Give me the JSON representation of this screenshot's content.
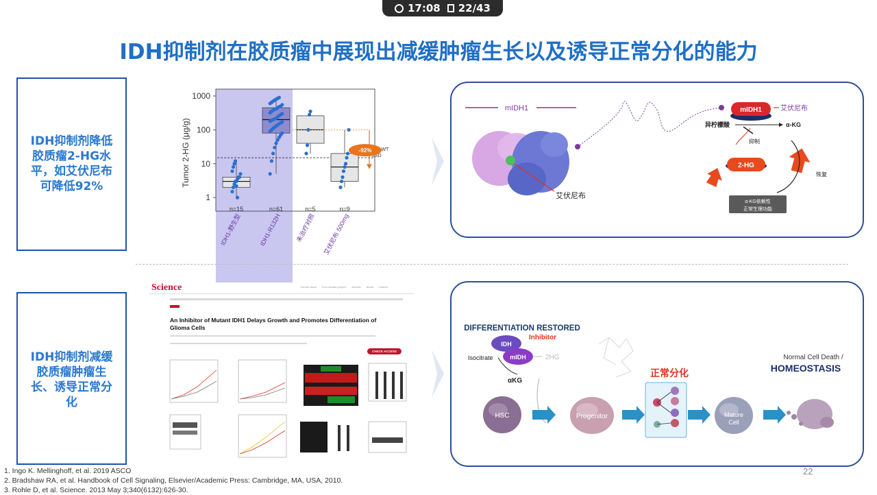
{
  "status_bar": {
    "time": "17:08",
    "page": "22/43"
  },
  "title": "IDH抑制剂在胶质瘤中展现出减缓肿瘤生长以及诱导正常分化的能力",
  "box1": {
    "lines": [
      "IDH抑制剂降低",
      "胶质瘤2-HG水",
      "平，如艾伏尼布",
      "可降低92%"
    ]
  },
  "box2": {
    "lines": [
      "IDH抑制剂减缓",
      "胶质瘤肿瘤生",
      "长、诱导正常分",
      "化"
    ]
  },
  "chart_data": {
    "type": "scatter",
    "ylabel": "Tumor 2-HG (μg/g)",
    "yscale": "log",
    "ylim": [
      0.5,
      1000
    ],
    "ytick_labels": [
      "1000",
      "100",
      "10",
      "1"
    ],
    "categories": [
      "IDH1-野生型",
      "IDH1-R132H",
      "未治疗对照",
      "艾伏尼布 500mg"
    ],
    "counts": [
      "n=15",
      "n=61",
      "n=5",
      "n=9"
    ],
    "box_stats": [
      {
        "q1": 2,
        "median": 3,
        "q3": 4,
        "min": 1,
        "max": 12
      },
      {
        "q1": 80,
        "median": 200,
        "q3": 450,
        "min": 5,
        "max": 900
      },
      {
        "q1": 40,
        "median": 100,
        "q3": 260,
        "min": 20,
        "max": 350
      },
      {
        "q1": 3,
        "median": 8,
        "q3": 20,
        "min": 2,
        "max": 100
      }
    ],
    "points": [
      [
        1.5,
        2,
        2.5,
        3,
        3,
        3.5,
        4,
        4,
        5,
        6,
        8,
        10,
        12,
        2.2,
        1
      ],
      [
        5,
        12,
        20,
        30,
        40,
        50,
        60,
        70,
        80,
        90,
        100,
        110,
        120,
        130,
        140,
        150,
        160,
        170,
        180,
        190,
        200,
        210,
        220,
        240,
        260,
        280,
        300,
        320,
        350,
        380,
        400,
        420,
        450,
        480,
        500,
        550,
        600,
        650,
        700,
        750,
        800,
        850,
        900
      ],
      [
        20,
        35,
        100,
        280,
        350
      ],
      [
        2,
        3,
        4,
        6,
        8,
        10,
        15,
        20,
        100
      ]
    ],
    "reference_line": {
      "value": 15,
      "label": "Mean WT\n+ 2SD"
    },
    "annotation": "-92%"
  },
  "diagram1": {
    "protein_label": "mIDH1",
    "enzyme_label": "mIDH1",
    "drug_label": "艾伏尼布",
    "drug_label_2": "艾伏尼布",
    "substrate": "异柠檬酸",
    "product": "α-KG",
    "inhibit_label": "抑制",
    "oncometabolite": "2-HG",
    "restore_label": "恢复",
    "box_lines": [
      "α-KG依赖性",
      "正常生理功能"
    ],
    "colors": {
      "accent_red": "#e03222",
      "purple": "#7a3c9c"
    }
  },
  "paper": {
    "journal": "Science",
    "nav": [
      "Current Issue",
      "First release papers",
      "Archive",
      "About",
      "Submit"
    ],
    "headline": "An Inhibitor of Mutant IDH1 Delays Growth and Promotes Differentiation of Glioma Cells",
    "button": "CHECK ACCESS"
  },
  "diagram2": {
    "heading": "DIFFERENTIATION RESTORED",
    "inhibitor": "Inhibitor",
    "idh": "IDH",
    "midh": "mIDH",
    "isocitrate": "Isocitrate",
    "akg": "αKG",
    "twohg": "2HG",
    "zh_label": "正常分化",
    "death_line1": "Normal Cell Death /",
    "death_line2": "HOMEOSTASIS",
    "cells": [
      "HSC",
      "Progenitor",
      "Mature\nCell"
    ]
  },
  "references": [
    "1. Ingo K. Mellinghoff, et al. 2019 ASCO",
    "2.  Bradshaw RA, et al. Handbook of Cell Signaling, Elsevier/Academic Press: Cambridge, MA, USA, 2010.",
    "3. Rohle D, et al. Science. 2013 May 3;340(6132):626-30."
  ],
  "page_number": "22"
}
